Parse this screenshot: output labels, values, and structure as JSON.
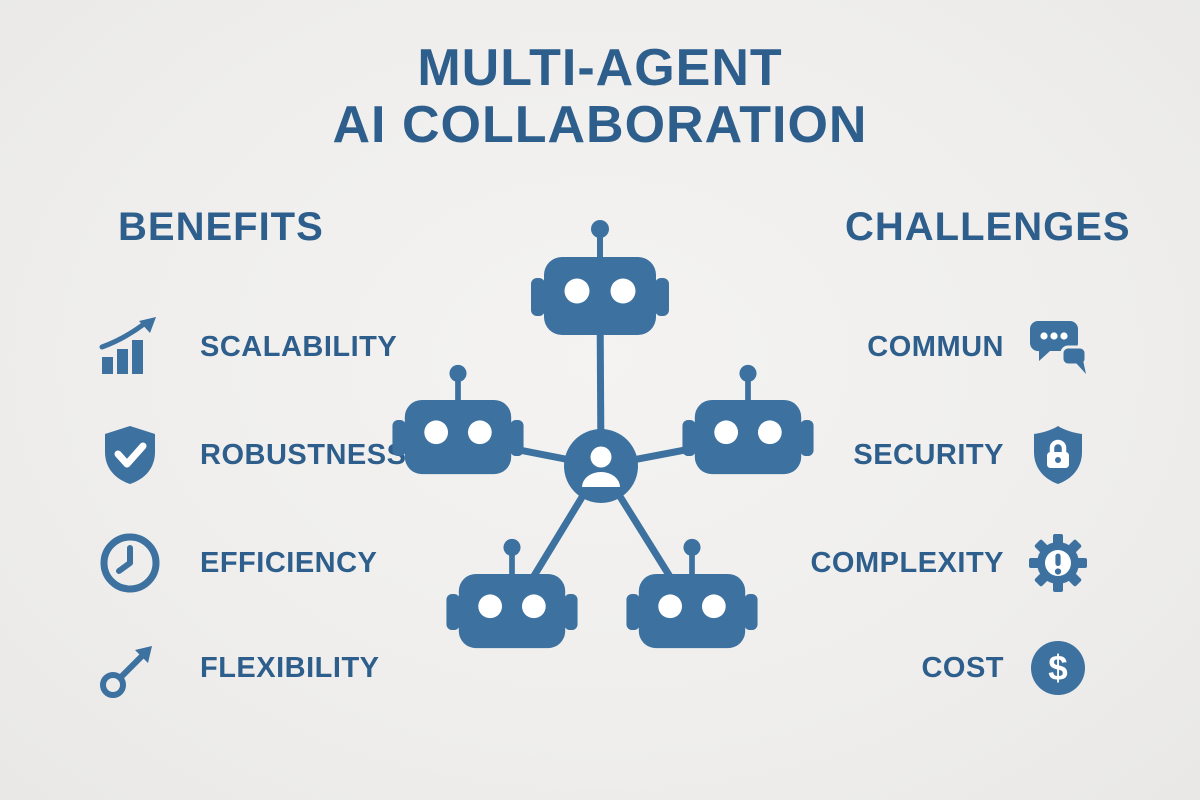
{
  "title": {
    "line1": "MULTI-AGENT",
    "line2": "AI COLLABORATION"
  },
  "benefits": {
    "heading": "BENEFITS",
    "items": [
      {
        "label": "SCALABILITY",
        "icon": "growth-chart-icon"
      },
      {
        "label": "ROBUSTNESS",
        "icon": "shield-check-icon"
      },
      {
        "label": "EFFICIENCY",
        "icon": "clock-icon"
      },
      {
        "label": "FLEXIBILITY",
        "icon": "arrow-circle-icon"
      }
    ]
  },
  "challenges": {
    "heading": "CHALLENGES",
    "items": [
      {
        "label": "COMMUN",
        "icon": "chat-bubbles-icon"
      },
      {
        "label": "SECURITY",
        "icon": "shield-lock-icon"
      },
      {
        "label": "COMPLEXITY",
        "icon": "gear-alert-icon"
      },
      {
        "label": "COST",
        "icon": "dollar-circle-icon"
      }
    ]
  },
  "network": {
    "center_node": "human-coordinator",
    "agent_nodes": [
      "robot-top",
      "robot-left",
      "robot-right",
      "robot-bottom-left",
      "robot-bottom-right"
    ]
  },
  "colors": {
    "accent_icon": "#3c71a0",
    "text": "#2e5e8c",
    "background": "#f0efed",
    "eye_white": "#ffffff"
  }
}
